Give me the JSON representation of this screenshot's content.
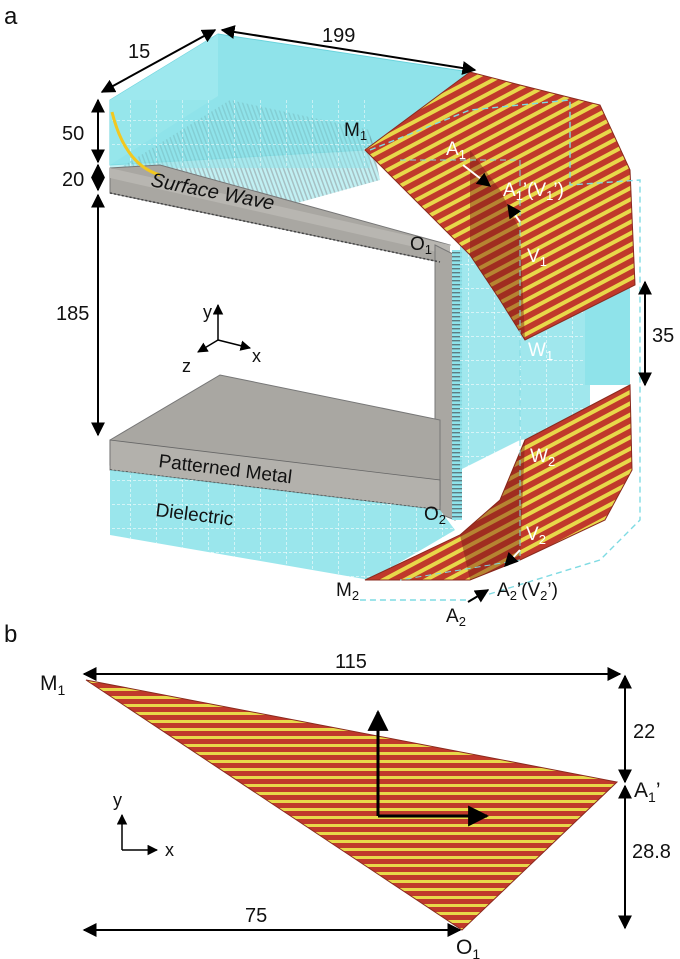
{
  "panel_a": {
    "label": "a",
    "dimensions": {
      "depth": "15",
      "length": "199",
      "dielectric_height": "50",
      "metal_thickness": "20",
      "inner_height": "185",
      "gap": "35"
    },
    "texts": {
      "surface_wave": "Surface Wave",
      "patterned_metal": "Patterned Metal",
      "dielectric": "Dielectric"
    },
    "axes": {
      "y": "y",
      "z": "z",
      "x": "x"
    },
    "points": {
      "M1": "M",
      "M1_sub": "1",
      "A1": "A",
      "A1_sub": "1",
      "A1p_main": "A",
      "A1p_sub": "1",
      "A1p_rest": "’(V",
      "A1p_sub2": "1",
      "A1p_end": "’)",
      "V1": "V",
      "V1_sub": "1",
      "O1": "O",
      "O1_sub": "1",
      "W1": "W",
      "W1_sub": "1",
      "W2": "W",
      "W2_sub": "2",
      "O2": "O",
      "O2_sub": "2",
      "V2": "V",
      "V2_sub": "2",
      "M2": "M",
      "M2_sub": "2",
      "A2p_main": "A",
      "A2p_sub": "2",
      "A2p_rest": "’(V",
      "A2p_sub2": "2",
      "A2p_end": "’)",
      "A2": "A",
      "A2_sub": "2"
    }
  },
  "panel_b": {
    "label": "b",
    "dimensions": {
      "top": "115",
      "right_upper": "22",
      "right_lower": "28.8",
      "bottom": "75"
    },
    "points": {
      "M1": "M",
      "M1_sub": "1",
      "A1p": "A",
      "A1p_sub": "1",
      "A1p_prime": "’",
      "O1": "O",
      "O1_sub": "1"
    },
    "axes": {
      "y": "y",
      "x": "x"
    }
  },
  "colors": {
    "dielectric": "#8fe3ea",
    "dielectric_edge": "#6ad3dc",
    "metal": "#a9a7a2",
    "metal_dark": "#8c8a86",
    "stripe_red": "#c0392b",
    "stripe_yellow": "#e8d84a",
    "wave": "#f2c81f"
  }
}
